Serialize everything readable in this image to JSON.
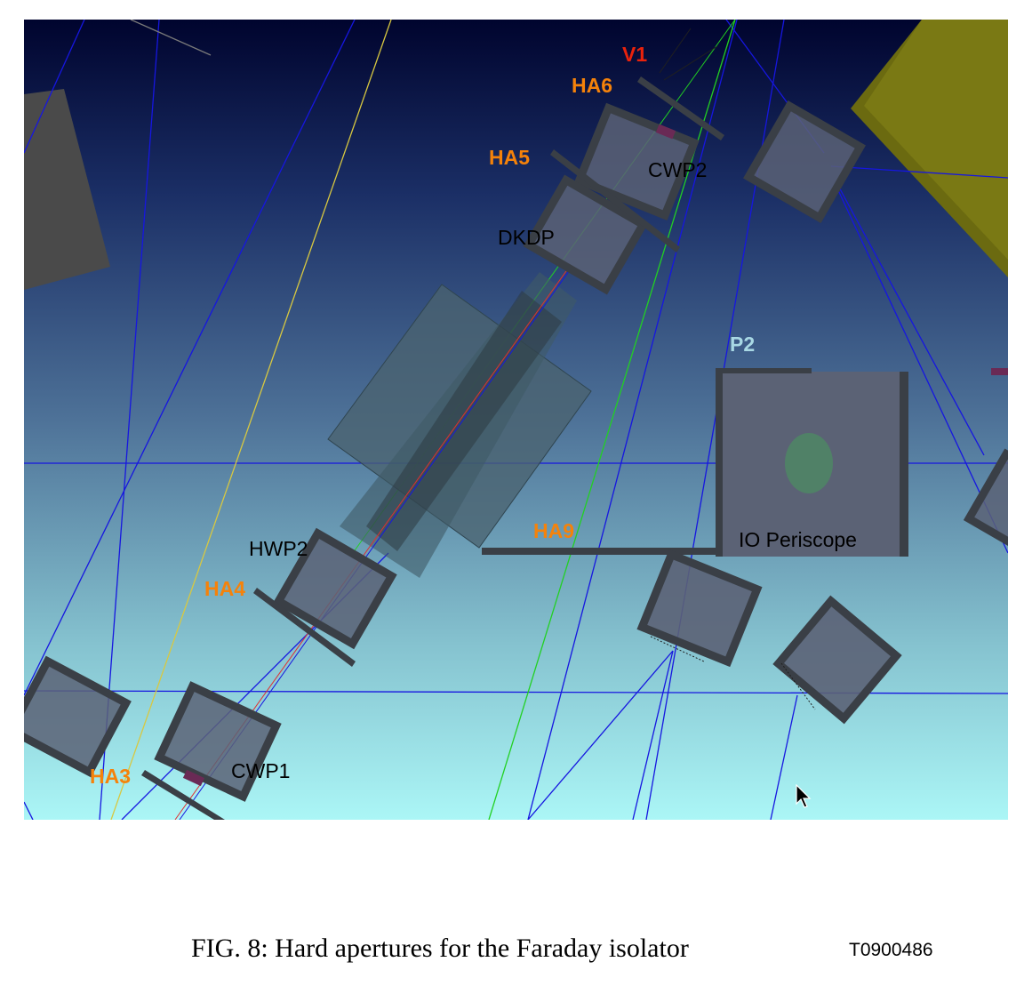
{
  "scene": {
    "labels": {
      "v1": "V1",
      "ha6": "HA6",
      "ha5": "HA5",
      "cwp2": "CWP2",
      "dkdp": "DKDP",
      "p2": "P2",
      "ha9": "HA9",
      "io_periscope": "IO Periscope",
      "hwp2": "HWP2",
      "ha4": "HA4",
      "cwp1": "CWP1",
      "ha3": "HA3"
    },
    "colors": {
      "background_top": "#00042e",
      "background_bottom": "#abf6f6",
      "hard_aperture_label": "#f5820a",
      "v1_label": "#e8220c",
      "p2_label": "#a8d8e4",
      "beam_lines": "#1616e0",
      "green_beam": "#22d022",
      "yellow_beam": "#d8c840",
      "red_beam": "#e03030",
      "optic_box": "#5b6275",
      "olive_block": "#6b6a10"
    }
  },
  "caption": {
    "text": "FIG. 8:  Hard apertures for the Faraday isolator",
    "doc_number": "T0900486"
  }
}
